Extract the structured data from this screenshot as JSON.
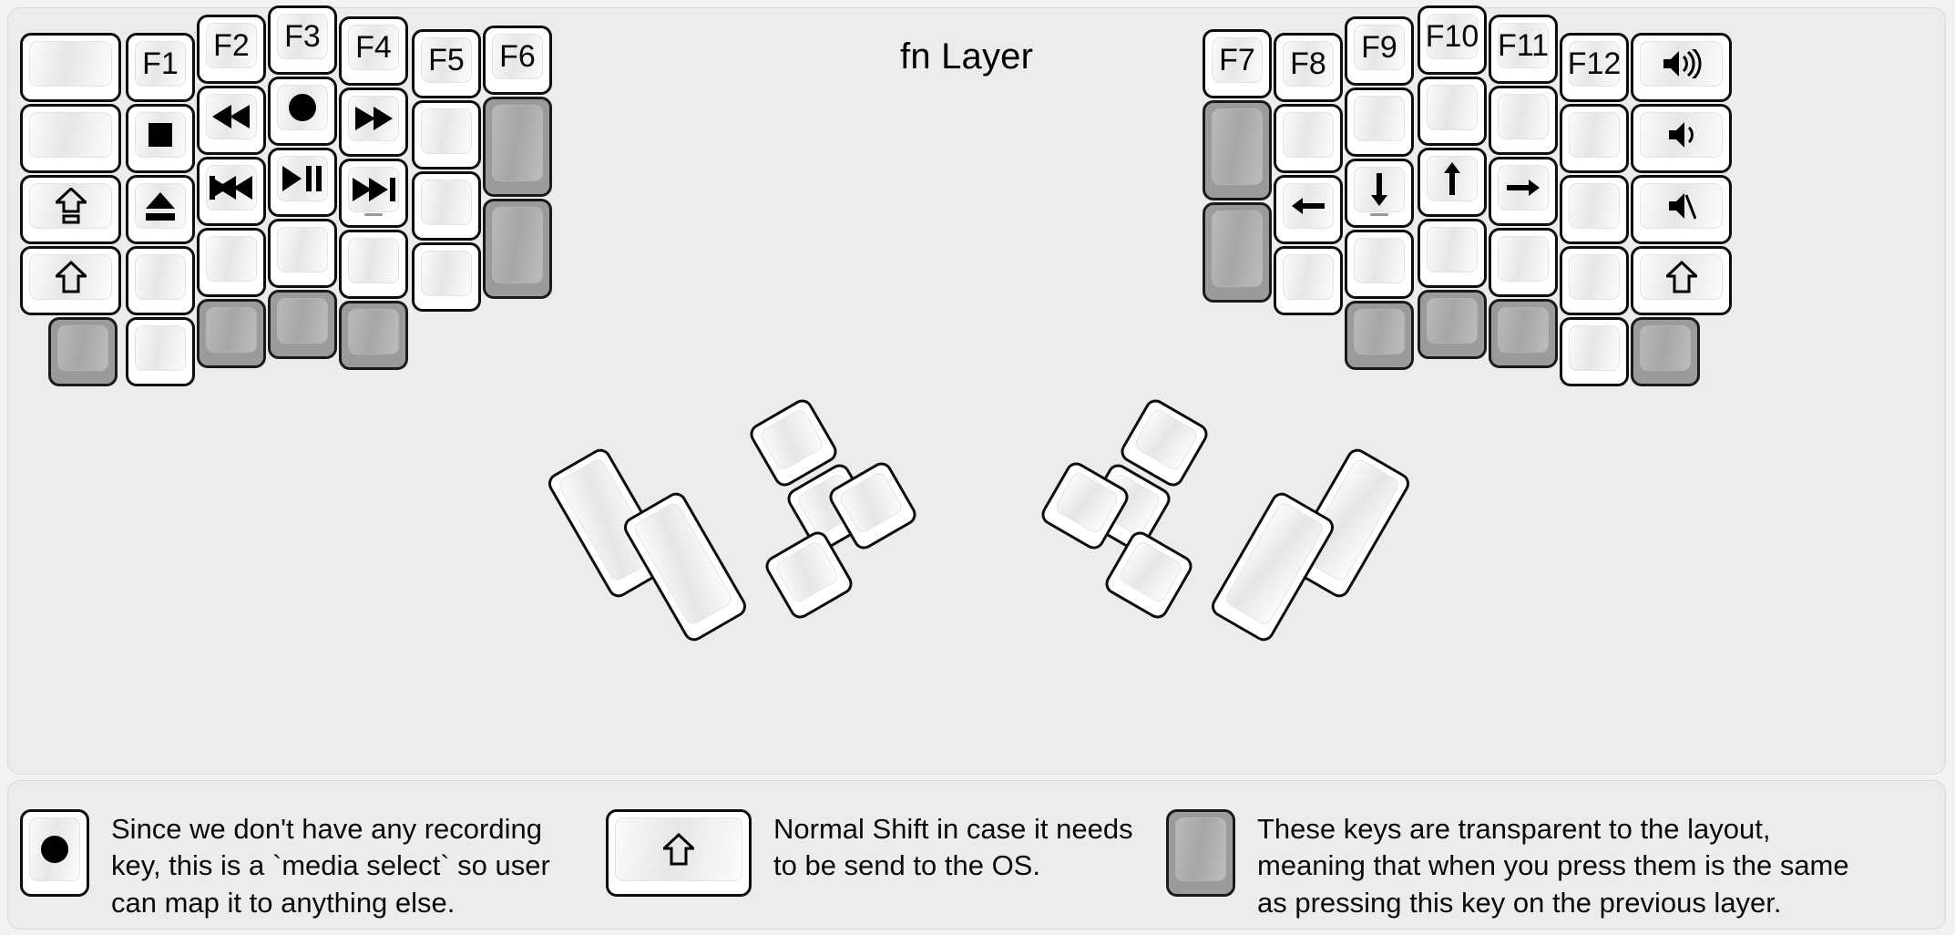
{
  "title": "fn Layer",
  "colors": {
    "page_background": "#f2f2f2",
    "panel_background": "#ececec",
    "key_face": "#ffffff",
    "key_outline": "#0d0d0d",
    "transparent_key": "#9b9b9b"
  },
  "keyboard": {
    "left_half": {
      "columns": [
        {
          "name": "pinky-outer",
          "keys": [
            {
              "label": "",
              "icon": "blank",
              "kind": "normal"
            },
            {
              "label": "",
              "icon": "blank",
              "kind": "normal"
            },
            {
              "label": "",
              "icon": "caps-lock-icon",
              "kind": "normal"
            },
            {
              "label": "",
              "icon": "shift-icon",
              "kind": "normal"
            },
            {
              "label": "",
              "icon": "blank",
              "kind": "transparent"
            }
          ]
        },
        {
          "name": "pinky",
          "keys": [
            {
              "label": "F1",
              "icon": "",
              "kind": "normal"
            },
            {
              "label": "",
              "icon": "media-stop-icon",
              "kind": "normal"
            },
            {
              "label": "",
              "icon": "media-eject-icon",
              "kind": "normal"
            },
            {
              "label": "",
              "icon": "blank",
              "kind": "normal"
            },
            {
              "label": "",
              "icon": "blank",
              "kind": "normal"
            }
          ]
        },
        {
          "name": "ring",
          "keys": [
            {
              "label": "F2",
              "icon": "",
              "kind": "normal"
            },
            {
              "label": "",
              "icon": "media-rewind-icon",
              "kind": "normal"
            },
            {
              "label": "",
              "icon": "media-previous-icon",
              "kind": "normal"
            },
            {
              "label": "",
              "icon": "blank",
              "kind": "normal"
            },
            {
              "label": "",
              "icon": "blank",
              "kind": "transparent"
            }
          ]
        },
        {
          "name": "middle",
          "keys": [
            {
              "label": "F3",
              "icon": "",
              "kind": "normal"
            },
            {
              "label": "",
              "icon": "media-record-icon",
              "kind": "normal"
            },
            {
              "label": "",
              "icon": "media-play-pause-icon",
              "kind": "normal"
            },
            {
              "label": "",
              "icon": "blank",
              "kind": "normal"
            },
            {
              "label": "",
              "icon": "blank",
              "kind": "transparent"
            }
          ]
        },
        {
          "name": "index",
          "keys": [
            {
              "label": "F4",
              "icon": "",
              "kind": "normal"
            },
            {
              "label": "",
              "icon": "media-fast-forward-icon",
              "kind": "normal"
            },
            {
              "label": "",
              "icon": "media-next-icon",
              "kind": "normal"
            },
            {
              "label": "",
              "icon": "blank",
              "kind": "normal"
            },
            {
              "label": "",
              "icon": "blank",
              "kind": "transparent"
            }
          ]
        },
        {
          "name": "index-inner",
          "keys": [
            {
              "label": "F5",
              "icon": "",
              "kind": "normal"
            },
            {
              "label": "",
              "icon": "blank",
              "kind": "normal"
            },
            {
              "label": "",
              "icon": "blank",
              "kind": "normal"
            },
            {
              "label": "",
              "icon": "blank",
              "kind": "normal"
            }
          ]
        },
        {
          "name": "inner",
          "keys": [
            {
              "label": "F6",
              "icon": "",
              "kind": "normal"
            },
            {
              "label": "",
              "icon": "blank",
              "kind": "transparent"
            },
            {
              "label": "",
              "icon": "blank",
              "kind": "transparent"
            }
          ]
        }
      ],
      "thumb_cluster_keys": 6
    },
    "right_half": {
      "columns": [
        {
          "name": "inner",
          "keys": [
            {
              "label": "F7",
              "icon": "",
              "kind": "normal"
            },
            {
              "label": "",
              "icon": "blank",
              "kind": "transparent"
            },
            {
              "label": "",
              "icon": "blank",
              "kind": "transparent"
            }
          ]
        },
        {
          "name": "index-inner",
          "keys": [
            {
              "label": "F8",
              "icon": "",
              "kind": "normal"
            },
            {
              "label": "",
              "icon": "blank",
              "kind": "normal"
            },
            {
              "label": "",
              "icon": "arrow-left-icon",
              "kind": "normal"
            },
            {
              "label": "",
              "icon": "blank",
              "kind": "normal"
            }
          ]
        },
        {
          "name": "index",
          "keys": [
            {
              "label": "F9",
              "icon": "",
              "kind": "normal"
            },
            {
              "label": "",
              "icon": "blank",
              "kind": "normal"
            },
            {
              "label": "",
              "icon": "arrow-down-icon",
              "kind": "normal"
            },
            {
              "label": "",
              "icon": "blank",
              "kind": "normal"
            },
            {
              "label": "",
              "icon": "blank",
              "kind": "transparent"
            }
          ]
        },
        {
          "name": "middle",
          "keys": [
            {
              "label": "F10",
              "icon": "",
              "kind": "normal"
            },
            {
              "label": "",
              "icon": "blank",
              "kind": "normal"
            },
            {
              "label": "",
              "icon": "arrow-up-icon",
              "kind": "normal"
            },
            {
              "label": "",
              "icon": "blank",
              "kind": "normal"
            },
            {
              "label": "",
              "icon": "blank",
              "kind": "transparent"
            }
          ]
        },
        {
          "name": "ring",
          "keys": [
            {
              "label": "F11",
              "icon": "",
              "kind": "normal"
            },
            {
              "label": "",
              "icon": "blank",
              "kind": "normal"
            },
            {
              "label": "",
              "icon": "arrow-right-icon",
              "kind": "normal"
            },
            {
              "label": "",
              "icon": "blank",
              "kind": "normal"
            },
            {
              "label": "",
              "icon": "blank",
              "kind": "transparent"
            }
          ]
        },
        {
          "name": "pinky",
          "keys": [
            {
              "label": "F12",
              "icon": "",
              "kind": "normal"
            },
            {
              "label": "",
              "icon": "blank",
              "kind": "normal"
            },
            {
              "label": "",
              "icon": "blank",
              "kind": "normal"
            },
            {
              "label": "",
              "icon": "blank",
              "kind": "normal"
            },
            {
              "label": "",
              "icon": "blank",
              "kind": "normal"
            }
          ]
        },
        {
          "name": "pinky-outer",
          "keys": [
            {
              "label": "",
              "icon": "volume-up-icon",
              "kind": "normal"
            },
            {
              "label": "",
              "icon": "volume-down-icon",
              "kind": "normal"
            },
            {
              "label": "",
              "icon": "volume-mute-icon",
              "kind": "normal"
            },
            {
              "label": "",
              "icon": "shift-icon",
              "kind": "normal"
            },
            {
              "label": "",
              "icon": "blank",
              "kind": "transparent"
            }
          ]
        }
      ],
      "thumb_cluster_keys": 6
    }
  },
  "legend": [
    {
      "key_icon": "media-record-icon",
      "key_kind": "normal",
      "key_width": "1u",
      "text": "Since we don't have any recording\nkey, this is a `media select` so user\ncan map it to anything else."
    },
    {
      "key_icon": "shift-icon",
      "key_kind": "normal",
      "key_width": "1.5u",
      "text": "Normal Shift in case it needs\nto be send to the OS."
    },
    {
      "key_icon": "blank",
      "key_kind": "transparent",
      "key_width": "1u",
      "text": "These keys are transparent to the layout,\nmeaning that when you press them is the same\nas pressing this key on the previous layer."
    }
  ]
}
